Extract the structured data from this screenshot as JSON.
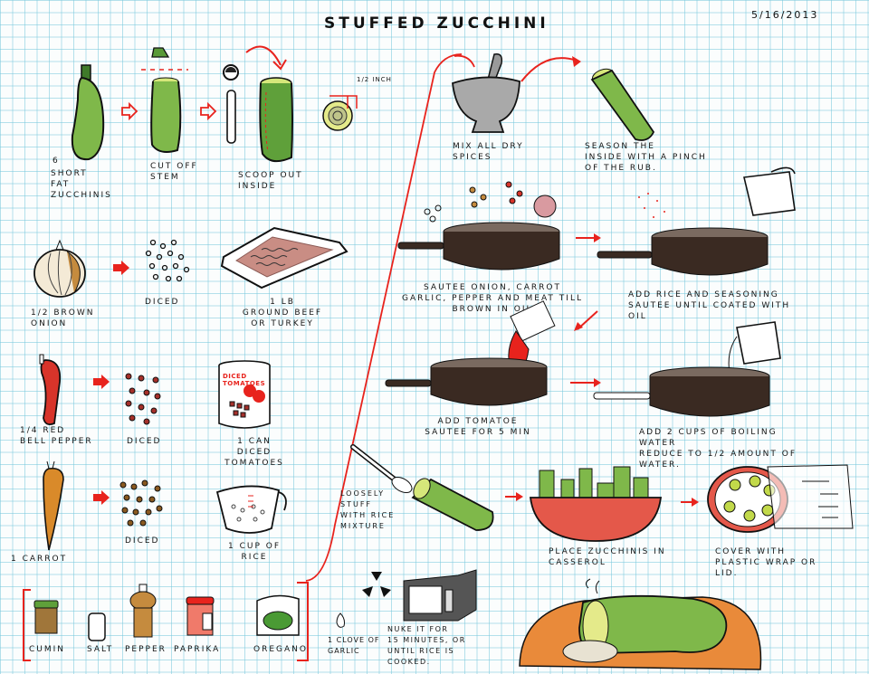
{
  "title": "STUFFED ZUCCHINI",
  "date": "5/16/2013",
  "colors": {
    "zucchini": "#7fb84a",
    "zucchini_dark": "#3f7a2a",
    "arrow_red": "#e8231d",
    "pan": "#3a2a22",
    "casserole": "#e4584a",
    "board": "#e98a3a",
    "grid": "#9bd4e2"
  },
  "prep": {
    "zucchini_steps": [
      {
        "qty": "6",
        "label": "Short\nfat\nzucchinis"
      },
      {
        "label": "Cut off\nstem"
      },
      {
        "label": "Scoop out\ninside"
      },
      {
        "label": "1/2 inch"
      }
    ],
    "ingredients": [
      {
        "name": "onion",
        "label": "1/2 Brown\nonion",
        "result": "Diced"
      },
      {
        "name": "bell-pepper",
        "label": "1/4 Red\nbell pepper",
        "result": "Diced"
      },
      {
        "name": "carrot",
        "label": "1 Carrot",
        "result": "Diced"
      }
    ],
    "other": [
      {
        "name": "meat",
        "label": "1 LB\nground beef\nor turkey"
      },
      {
        "name": "tomato-can",
        "label": "1 can\ndiced tomatoes",
        "can_text": "Diced tomatoes"
      },
      {
        "name": "rice",
        "label": "1 cup of\nrice"
      }
    ],
    "spices": [
      "Cumin",
      "Salt",
      "Pepper",
      "Paprika",
      "Oregano"
    ]
  },
  "steps": [
    {
      "id": "mix",
      "label": "Mix all dry\nspices"
    },
    {
      "id": "season",
      "label": "Season the\ninside with a pinch\nof the rub."
    },
    {
      "id": "saute-veg",
      "label": "Sautee onion, carrot\ngarlic, pepper and meat till\nbrown in oil"
    },
    {
      "id": "add-rice",
      "label": "Add rice and seasoning\nsautee until coated with\noil"
    },
    {
      "id": "add-tomato",
      "label": "Add tomatoe\nsautee for 5 min"
    },
    {
      "id": "add-water",
      "label": "Add 2 cups of boiling\nwater\nreduce to 1/2 amount of\nwater."
    },
    {
      "id": "stuff",
      "label": "Loosely\nstuff\nwith rice\nmixture"
    },
    {
      "id": "casserole",
      "label": "Place zucchinis in\ncasserol"
    },
    {
      "id": "cover",
      "label": "Cover with\nplastic wrap or\nlid."
    },
    {
      "id": "garlic",
      "label": "1 clove of\ngarlic"
    },
    {
      "id": "nuke",
      "label": "Nuke it for\n15 minutes, or\nuntil rice is\ncooked."
    }
  ]
}
